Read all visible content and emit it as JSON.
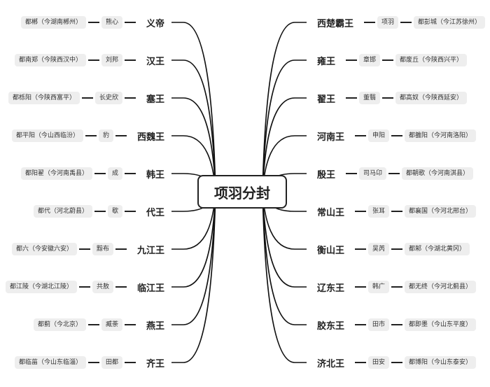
{
  "center": "项羽分封",
  "left": [
    {
      "title": "义帝",
      "person": "熊心",
      "capital": "都郴（今湖南郴州）"
    },
    {
      "title": "汉王",
      "person": "刘邦",
      "capital": "都南郑（今陕西汉中）"
    },
    {
      "title": "塞王",
      "person": "长史欣",
      "capital": "都栎阳（今陕西富平）"
    },
    {
      "title": "西魏王",
      "person": "豹",
      "capital": "都平阳（今山西临汾）"
    },
    {
      "title": "韩王",
      "person": "成",
      "capital": "都阳翟（今河南禹县）"
    },
    {
      "title": "代王",
      "person": "歇",
      "capital": "都代（河北蔚县）"
    },
    {
      "title": "九江王",
      "person": "黥布",
      "capital": "都六（今安徽六安）"
    },
    {
      "title": "临江王",
      "person": "共敖",
      "capital": "都江陵（今湖北江陵）"
    },
    {
      "title": "燕王",
      "person": "臧荼",
      "capital": "都蓟（今北京）"
    },
    {
      "title": "齐王",
      "person": "田都",
      "capital": "都临菑（今山东临淄）"
    }
  ],
  "right": [
    {
      "title": "西楚霸王",
      "person": "项羽",
      "capital": "都彭城（今江苏徐州）"
    },
    {
      "title": "雍王",
      "person": "章邯",
      "capital": "都废丘（今陕西兴平）"
    },
    {
      "title": "翟王",
      "person": "董翳",
      "capital": "都高奴（今陕西延安）"
    },
    {
      "title": "河南王",
      "person": "申阳",
      "capital": "都雒阳（今河南洛阳）"
    },
    {
      "title": "殷王",
      "person": "司马卬",
      "capital": "都朝歌（今河南淇县）"
    },
    {
      "title": "常山王",
      "person": "张耳",
      "capital": "都襄国（今河北邢台）"
    },
    {
      "title": "衡山王",
      "person": "吴芮",
      "capital": "都邾（今湖北黄冈）"
    },
    {
      "title": "辽东王",
      "person": "韩广",
      "capital": "都无终（今河北蓟县）"
    },
    {
      "title": "胶东王",
      "person": "田市",
      "capital": "都即墨（今山东平度）"
    },
    {
      "title": "济北王",
      "person": "田安",
      "capital": "都博阳（今山东泰安）"
    }
  ]
}
